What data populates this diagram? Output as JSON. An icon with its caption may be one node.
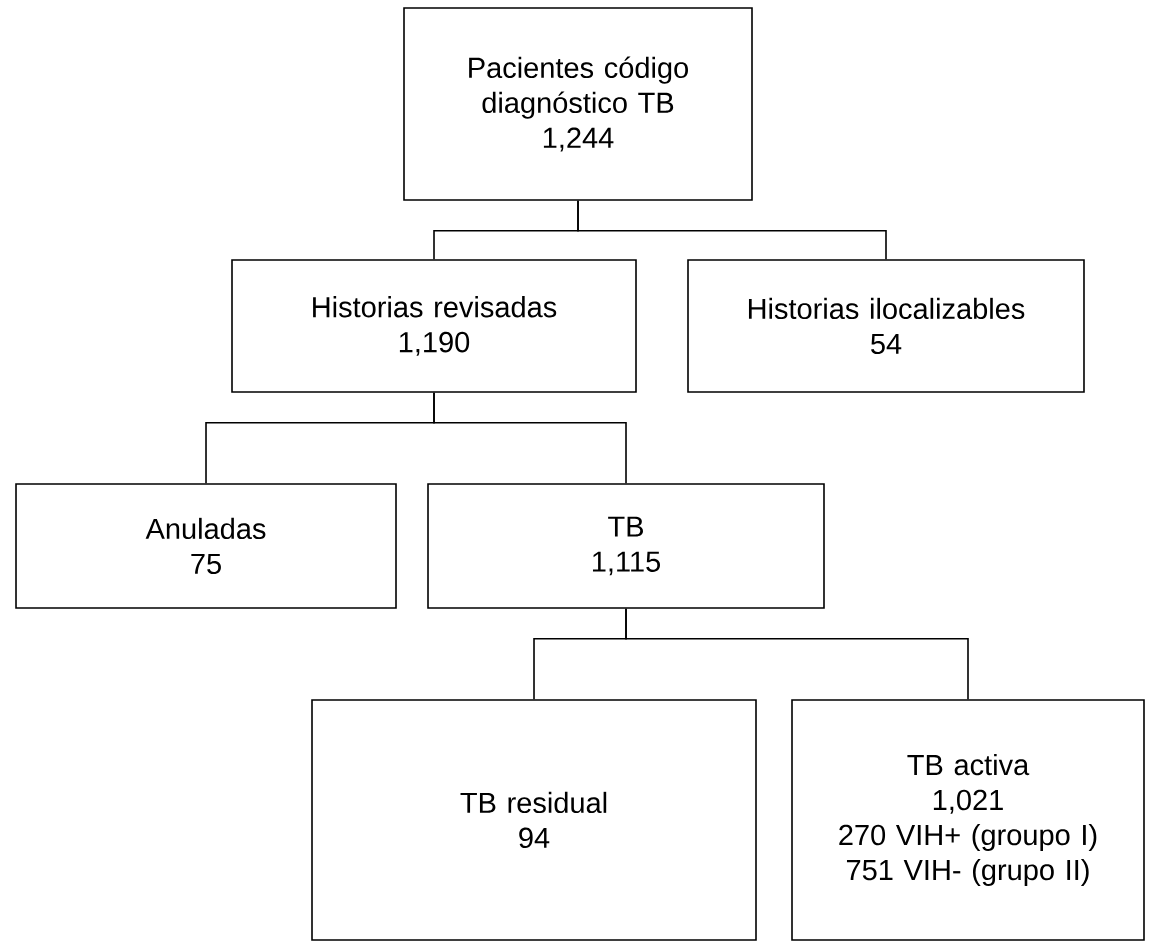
{
  "diagram": {
    "nodes": [
      {
        "text": [
          "Pacientes código diagnóstico TB",
          "1,244"
        ]
      },
      {
        "text": [
          "Historias revisadas",
          "1,190"
        ]
      },
      {
        "text": [
          "Historias ilocalizables",
          "54"
        ]
      },
      {
        "text": [
          "Anuladas",
          "75"
        ]
      },
      {
        "text": [
          "TB",
          "1,115"
        ]
      },
      {
        "text": [
          "TB residual",
          "94"
        ]
      },
      {
        "text": [
          "TB activa",
          "1,021",
          "270 VIH+ (groupo I)",
          "751 VIH- (grupo II)"
        ]
      }
    ],
    "edges": [
      {
        "from": 0,
        "to": 1,
        "arrow": "none"
      },
      {
        "from": 0,
        "to": 2,
        "arrow": "none"
      },
      {
        "from": 1,
        "to": 3,
        "arrow": "none"
      },
      {
        "from": 1,
        "to": 4,
        "arrow": "none"
      },
      {
        "from": 4,
        "to": 5,
        "arrow": "none"
      },
      {
        "from": 4,
        "to": 6,
        "arrow": "none"
      }
    ]
  }
}
